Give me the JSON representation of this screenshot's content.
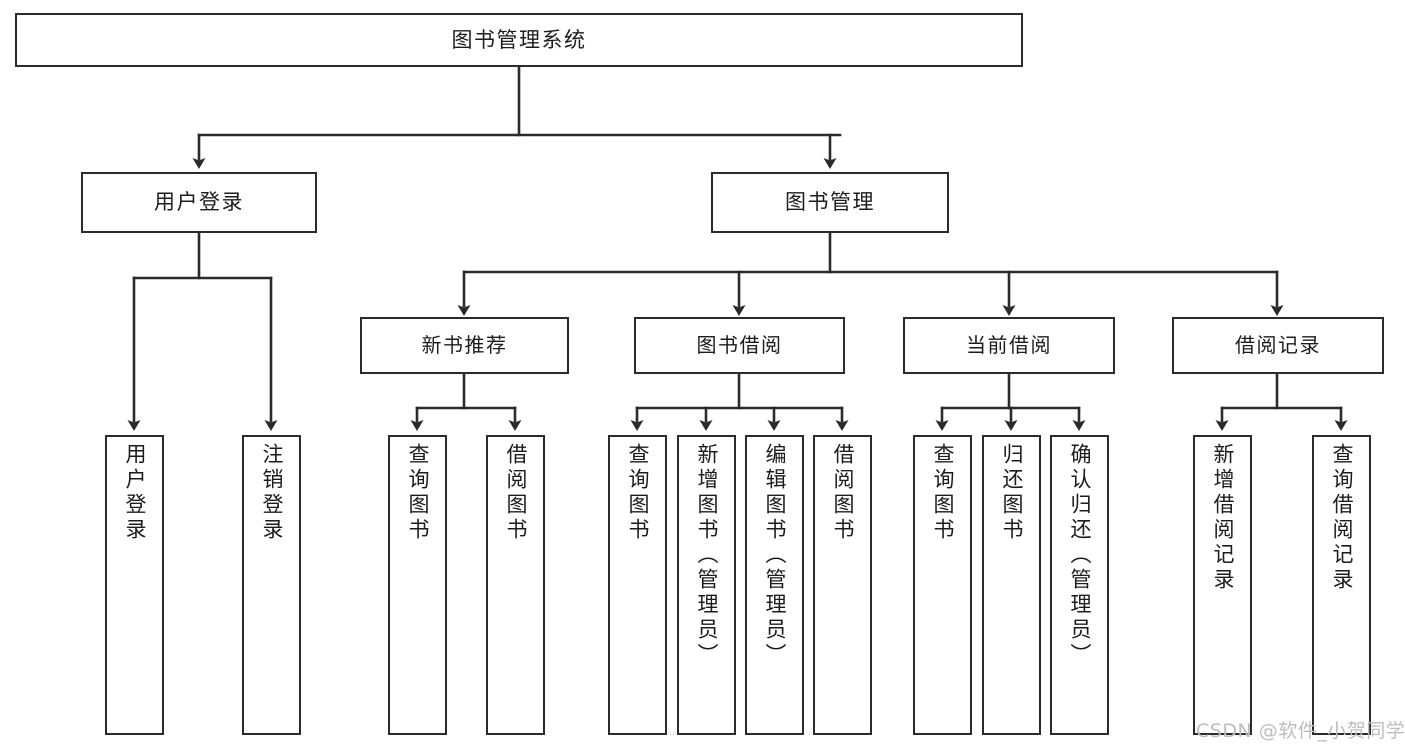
{
  "diagram": {
    "title": "图书管理系统",
    "type": "tree-hierarchy-chart",
    "root": {
      "id": "root",
      "label": "图书管理系统"
    },
    "level1": [
      {
        "id": "user-login",
        "label": "用户登录"
      },
      {
        "id": "book-manage",
        "label": "图书管理"
      }
    ],
    "level2": [
      {
        "id": "new-book-rec",
        "label": "新书推荐"
      },
      {
        "id": "book-borrow",
        "label": "图书借阅"
      },
      {
        "id": "current-borrow",
        "label": "当前借阅"
      },
      {
        "id": "borrow-record",
        "label": "借阅记录"
      }
    ],
    "leaves": {
      "user-login": [
        {
          "id": "leaf-user-login",
          "label": "用户登录"
        },
        {
          "id": "leaf-user-logout",
          "label": "注销登录"
        }
      ],
      "new-book-rec": [
        {
          "id": "leaf-query-book-1",
          "label": "查询图书"
        },
        {
          "id": "leaf-borrow-book-1",
          "label": "借阅图书"
        }
      ],
      "book-borrow": [
        {
          "id": "leaf-query-book-2",
          "label": "查询图书"
        },
        {
          "id": "leaf-add-book",
          "label": "新增图书（管理员）"
        },
        {
          "id": "leaf-edit-book",
          "label": "编辑图书（管理员）"
        },
        {
          "id": "leaf-borrow-book-2",
          "label": "借阅图书"
        }
      ],
      "current-borrow": [
        {
          "id": "leaf-query-book-3",
          "label": "查询图书"
        },
        {
          "id": "leaf-return-book",
          "label": "归还图书"
        },
        {
          "id": "leaf-confirm-return",
          "label": "确认归还（管理员）"
        }
      ],
      "borrow-record": [
        {
          "id": "leaf-add-record",
          "label": "新增借阅记录"
        },
        {
          "id": "leaf-query-record",
          "label": "查询借阅记录"
        }
      ]
    }
  },
  "watermark": {
    "text": "CSDN @软件_小贺同学"
  },
  "colors": {
    "stroke": "#2b2b2b",
    "fill": "#ffffff",
    "text": "#1c1c1c",
    "watermark": "#bdbdbd"
  }
}
